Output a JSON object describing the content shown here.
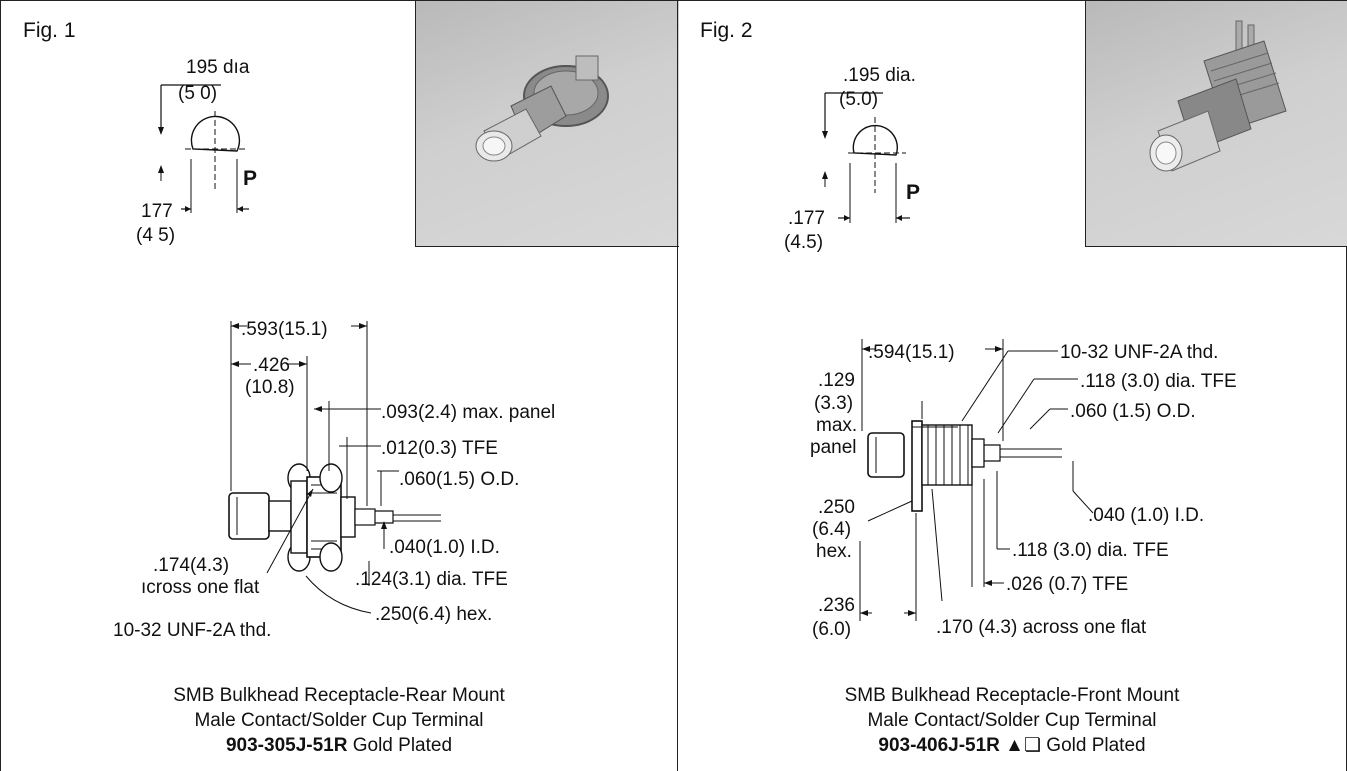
{
  "fig1": {
    "label": "Fig. 1",
    "pin": {
      "dia": "195 dıa",
      "dia_mm": "(5 0)",
      "width": "177",
      "width_mm": "(4 5)",
      "p": "P"
    },
    "dims": {
      "d593": ".593(15.1)",
      "d426": ".426",
      "d426mm": "(10.8)",
      "d093": ".093(2.4) max. panel",
      "d012": ".012(0.3) TFE",
      "d060": ".060(1.5) O.D.",
      "d040": ".040(1.0) I.D.",
      "d174": ".174(4.3)",
      "d174b": "ıcross one flat",
      "d124": ".124(3.1) dia. TFE",
      "d250": ".250(6.4) hex.",
      "thread": "10-32 UNF-2A thd."
    },
    "caption": {
      "line1": "SMB Bulkhead Receptacle-Rear Mount",
      "line2": "Male Contact/Solder Cup Terminal",
      "part": "903-305J-51R",
      "suffix": " Gold Plated"
    }
  },
  "fig2": {
    "label": "Fig. 2",
    "pin": {
      "dia": ".195 dia.",
      "dia_mm": "(5.0)",
      "width": ".177",
      "width_mm": "(4.5)",
      "p": "P"
    },
    "dims": {
      "d594": ".594(15.1)",
      "thread": "10-32 UNF-2A thd.",
      "d129": ".129",
      "d129mm": "(3.3)",
      "d129max": "max.",
      "d129panel": "panel",
      "d118a": ".118 (3.0) dia. TFE",
      "d060": ".060 (1.5) O.D.",
      "d250": ".250",
      "d250mm": "(6.4)",
      "d250hex": "hex.",
      "d040": ".040 (1.0) I.D.",
      "d118b": ".118 (3.0) dia. TFE",
      "d026": ".026 (0.7) TFE",
      "d236": ".236",
      "d236mm": "(6.0)",
      "d170": ".170 (4.3) across one flat"
    },
    "caption": {
      "line1": "SMB Bulkhead Receptacle-Front Mount",
      "line2": "Male Contact/Solder Cup Terminal",
      "part": "903-406J-51R",
      "symbols": " ▲❏",
      "suffix": " Gold Plated"
    }
  }
}
